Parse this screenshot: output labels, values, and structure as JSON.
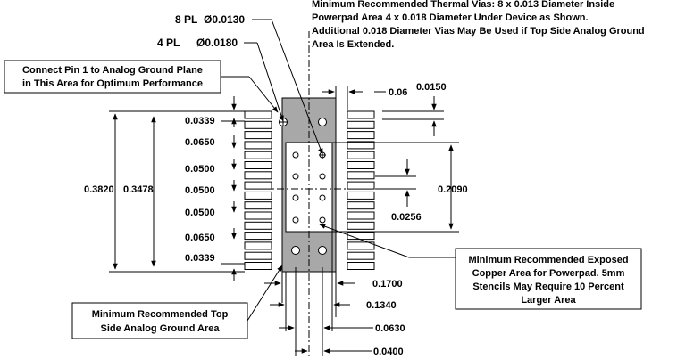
{
  "notes": {
    "thermal_vias": [
      "Minimum Recommended Thermal Vias: 8 x 0.013 Diameter Inside",
      "Powerpad Area 4 x 0.018 Diameter Under Device as Shown.",
      "Additional 0.018 Diameter Vias May Be Used if Top Side Analog Ground",
      "Area Is Extended."
    ],
    "pin1_box": [
      "Connect Pin 1 to Analog Ground Plane",
      "in This Area for Optimum Performance"
    ],
    "powerpad_box": [
      "Minimum Recommended Exposed",
      "Copper Area for Powerpad. 5mm",
      "Stencils May Require 10 Percent",
      "Larger Area"
    ],
    "ground_box": [
      "Minimum Recommended Top",
      "Side Analog Ground Area"
    ]
  },
  "via_callouts": {
    "pl8_count": "8 PL",
    "pl8_dia": "Ø0.0130",
    "pl4_count": "4 PL",
    "pl4_dia": "Ø0.0180"
  },
  "dimensions": {
    "d0339_top": "0.0339",
    "d0650_top": "0.0650",
    "d0500_a": "0.0500",
    "d0500_b": "0.0500",
    "d0500_c": "0.0500",
    "d0650_bottom": "0.0650",
    "d0339_bottom": "0.0339",
    "d3820": "0.3820",
    "d3478": "0.3478",
    "d006": "0.06",
    "d0150": "0.0150",
    "d2090": "0.2090",
    "d0256": "0.0256",
    "d1700": "0.1700",
    "d1340": "0.1340",
    "d0630": "0.0630",
    "d0400": "0.0400"
  },
  "colors": {
    "ground_area": "#a8a8a8",
    "exposed_pad": "#ffffff",
    "ink": "#000000"
  }
}
